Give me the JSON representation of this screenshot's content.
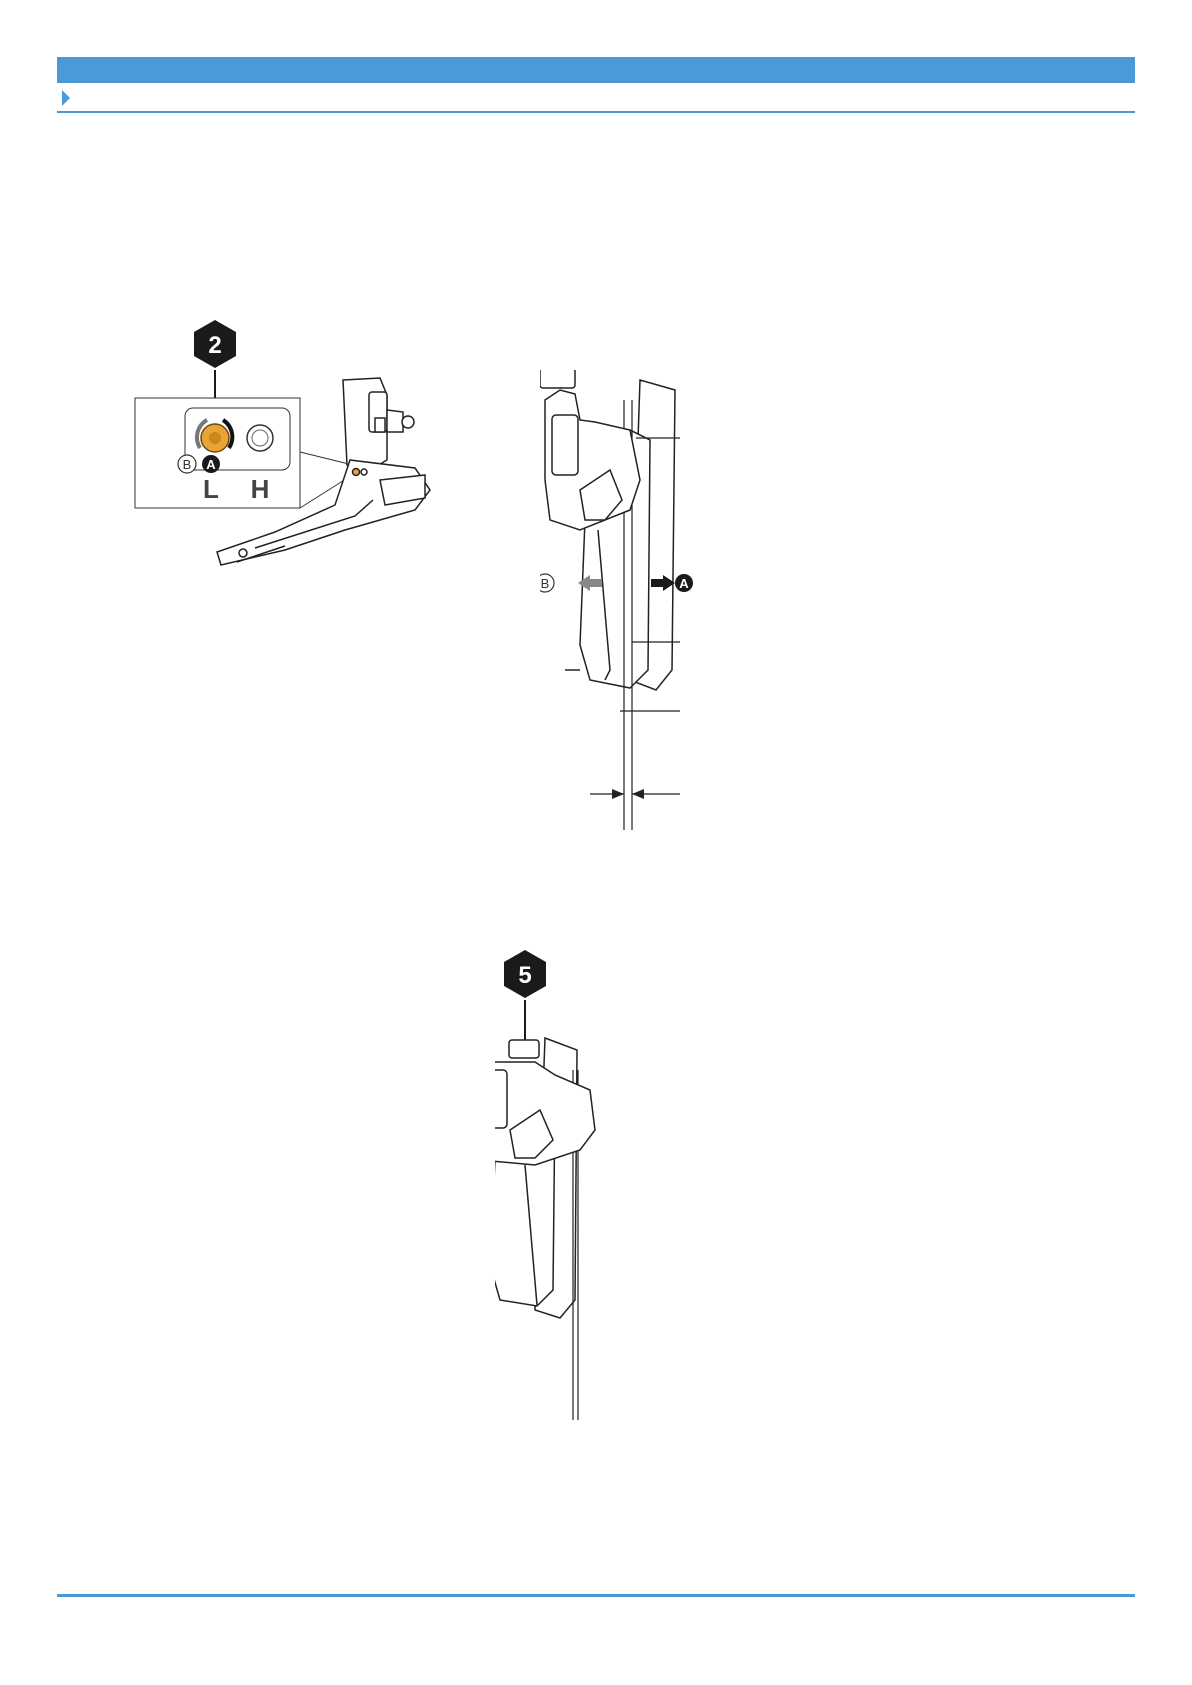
{
  "callouts": {
    "step_a": "2",
    "step_b": "5",
    "direction_a": "A",
    "direction_b": "B",
    "screw_low": "L",
    "screw_high": "H"
  },
  "colors": {
    "accent": "#4a9ad8",
    "highlight_screw": "#e8a535",
    "badge": "#1a1a1a"
  }
}
